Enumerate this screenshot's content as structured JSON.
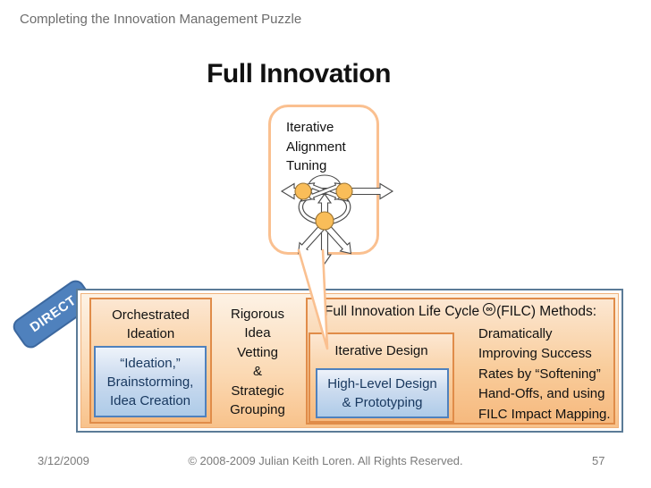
{
  "header": {
    "text": "Completing the Innovation Management Puzzle"
  },
  "title": {
    "text": "Full Innovation"
  },
  "callout": {
    "text": "Iterative\nAlignment\nTuning"
  },
  "direct_tag": {
    "label": "DIRECT"
  },
  "panel": {
    "orchestrated_box": {
      "title": "Orchestrated\nIdeation",
      "sub_box": "“Ideation,”\nBrainstorming,\nIdea Creation"
    },
    "rigorous_text": "Rigorous\nIdea\nVetting\n&\nStrategic\nGrouping",
    "filc_box": {
      "heading_pre": "Full Innovation Life Cycle",
      "heading_icon": "∞",
      "heading_post": "(FILC) Methods:",
      "iterative_box": {
        "title": "Iterative Design",
        "sub_box": "High-Level Design\n& Prototyping"
      },
      "paragraph": "Dramatically\nImproving Success\nRates by “Softening”\nHand-Offs, and using\nFILC Impact Mapping."
    }
  },
  "footer": {
    "date": "3/12/2009",
    "copyright": "© 2008-2009 Julian Keith Loren. All Rights Reserved.",
    "page_number": "57"
  },
  "colors": {
    "callout_border": "#FAC090",
    "orange_border": "#e08c49",
    "orange_fill_top": "#fce7d2",
    "orange_fill_bottom": "#f6b97e",
    "blue_border": "#4f81bd",
    "blue_fill_bottom": "#aecbe8",
    "blue_text": "#17375e",
    "frame_border": "#5b7b97",
    "direct_tag_fill": "#4f81bd",
    "circle_fill": "#f9bd59",
    "gray_text": "#7b7b7b"
  }
}
